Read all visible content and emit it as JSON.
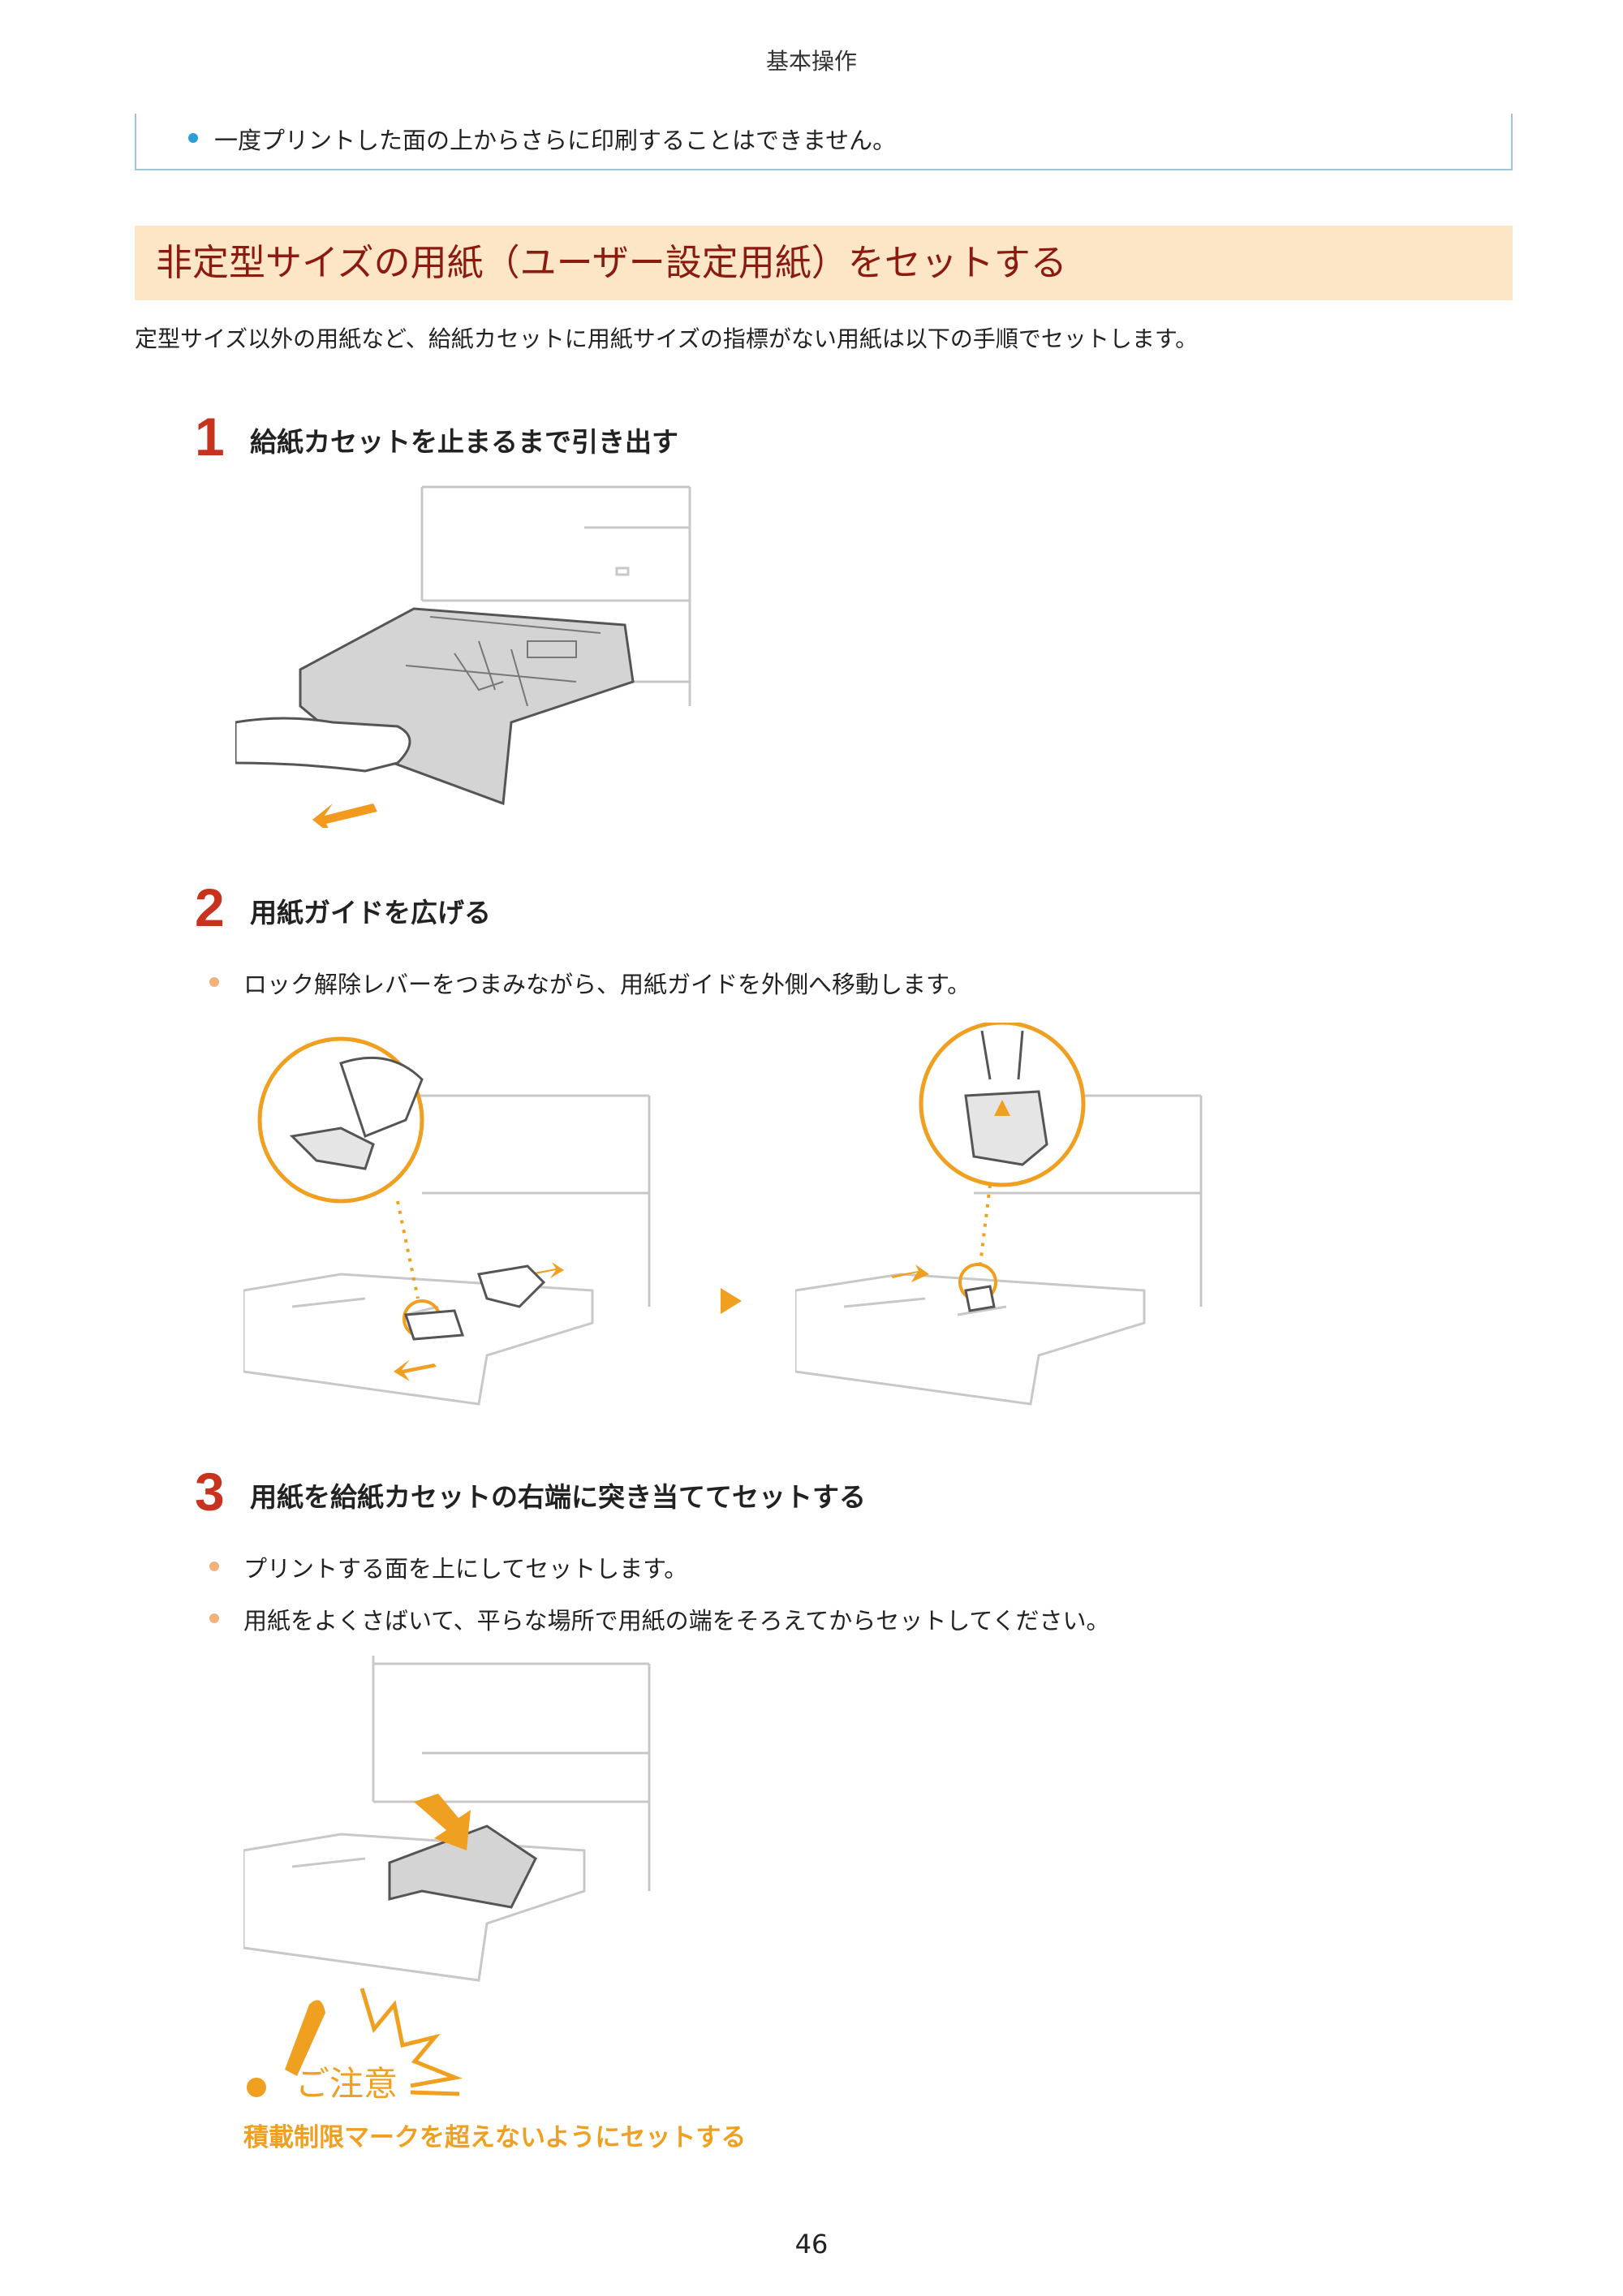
{
  "header": {
    "title": "基本操作"
  },
  "note": {
    "text": "一度プリントした面の上からさらに印刷することはできません。"
  },
  "section": {
    "title": "非定型サイズの用紙（ユーザー設定用紙）をセットする",
    "intro": "定型サイズ以外の用紙など、給紙カセットに用紙サイズの指標がない用紙は以下の手順でセットします。"
  },
  "steps": [
    {
      "number": "1",
      "title": "給紙カセットを止まるまで引き出す",
      "bullets": []
    },
    {
      "number": "2",
      "title": "用紙ガイドを広げる",
      "bullets": [
        "ロック解除レバーをつまみながら、用紙ガイドを外側へ移動します。"
      ]
    },
    {
      "number": "3",
      "title": "用紙を給紙カセットの右端に突き当ててセットする",
      "bullets": [
        "プリントする面を上にしてセットします。",
        "用紙をよくさばいて、平らな場所で用紙の端をそろえてからセットしてください。"
      ]
    }
  ],
  "caution": {
    "label": "ご注意",
    "text": "積載制限マークを超えないようにセットする"
  },
  "page": {
    "number": "46"
  },
  "colors": {
    "accent": "#f0a020",
    "step_number": "#c8331f",
    "section_bg": "#fde6c6",
    "section_text": "#8b1a10",
    "note_border": "#9fc4d2",
    "note_bullet": "#2a9ed5"
  }
}
